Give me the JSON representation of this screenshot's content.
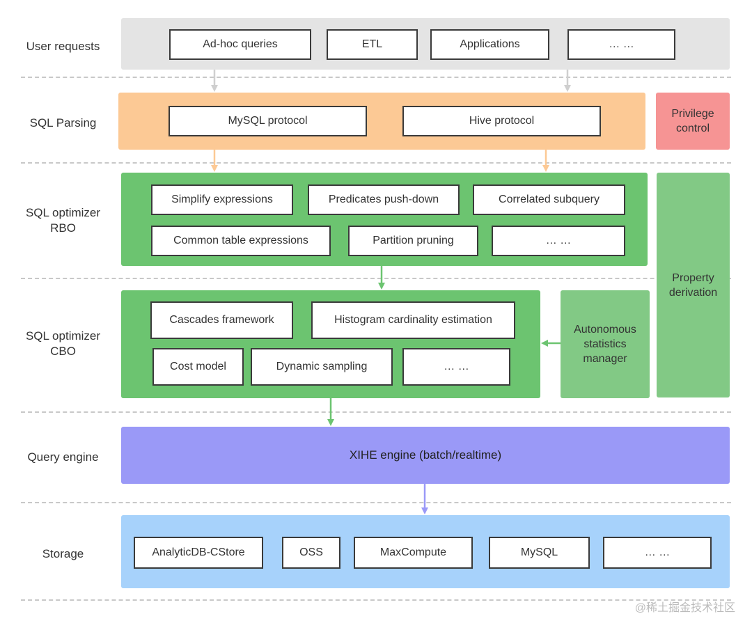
{
  "layers": {
    "user_requests": {
      "label": "User requests",
      "items": [
        "Ad-hoc queries",
        "ETL",
        "Applications",
        "… …"
      ]
    },
    "sql_parsing": {
      "label": "SQL Parsing",
      "items": [
        "MySQL protocol",
        "Hive protocol"
      ]
    },
    "rbo": {
      "label_line1": "SQL optimizer",
      "label_line2": "RBO",
      "items": [
        "Simplify expressions",
        "Predicates push-down",
        "Correlated subquery",
        "Common table expressions",
        "Partition pruning",
        "… …"
      ]
    },
    "cbo": {
      "label_line1": "SQL optimizer",
      "label_line2": "CBO",
      "items": [
        "Cascades framework",
        "Histogram cardinality estimation",
        "Cost model",
        "Dynamic sampling",
        "… …"
      ]
    },
    "query_engine": {
      "label": "Query engine",
      "engine": "XIHE engine (batch/realtime)"
    },
    "storage": {
      "label": "Storage",
      "items": [
        "AnalyticDB-CStore",
        "OSS",
        "MaxCompute",
        "MySQL",
        "… …"
      ]
    }
  },
  "side": {
    "privilege_line1": "Privilege",
    "privilege_line2": "control",
    "property_line1": "Property",
    "property_line2": "derivation",
    "autostats_line1": "Autonomous",
    "autostats_line2": "statistics",
    "autostats_line3": "manager"
  },
  "watermark": "@稀土掘金技术社区",
  "colors": {
    "user_band": "#e4e4e4",
    "parsing_band": "#fcc995",
    "privilege": "#f69494",
    "optimizer_band": "#6cc470",
    "side_green": "#82c985",
    "engine_band": "#9a99f7",
    "storage_band": "#a7d2fb",
    "arrow_gray": "#cfcfcf",
    "arrow_orange": "#fcc995",
    "arrow_green": "#6cc470",
    "arrow_purple": "#9a99f7"
  }
}
